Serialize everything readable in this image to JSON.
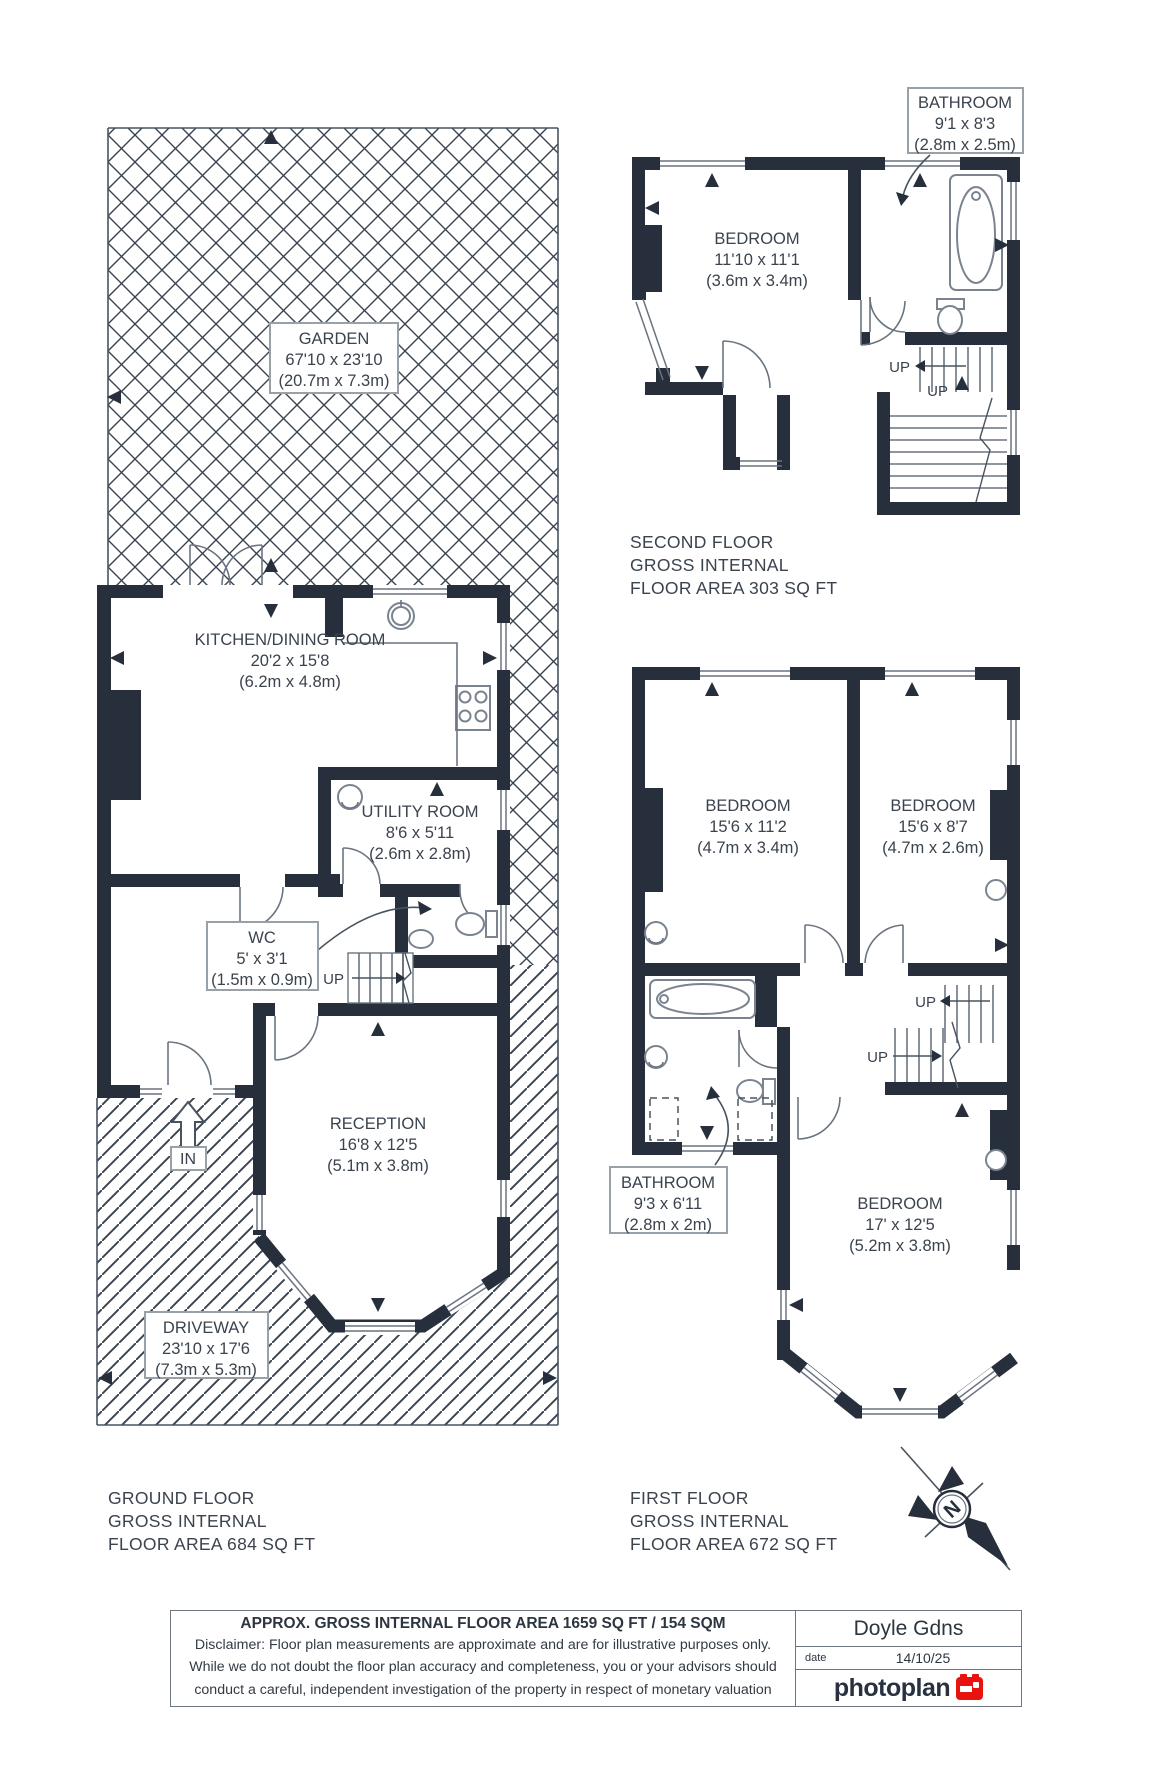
{
  "colors": {
    "wall": "#262f3b",
    "hatch": "#39434f",
    "text": "#3a434e",
    "box_border": "#98a0a8",
    "red": "#e8120e"
  },
  "labels": {
    "up": "UP",
    "in": "IN",
    "north": "N"
  },
  "rooms": {
    "garden": {
      "name": "GARDEN",
      "imperial": "67'10 x 23'10",
      "metric": "(20.7m x 7.3m)"
    },
    "kitchen": {
      "name": "KITCHEN/DINING ROOM",
      "imperial": "20'2 x 15'8",
      "metric": "(6.2m x 4.8m)"
    },
    "utility": {
      "name": "UTILITY ROOM",
      "imperial": "8'6 x 5'11",
      "metric": "(2.6m x 2.8m)"
    },
    "wc": {
      "name": "WC",
      "imperial": "5' x 3'1",
      "metric": "(1.5m x 0.9m)"
    },
    "reception": {
      "name": "RECEPTION",
      "imperial": "16'8 x 12'5",
      "metric": "(5.1m x 3.8m)"
    },
    "driveway": {
      "name": "DRIVEWAY",
      "imperial": "23'10 x 17'6",
      "metric": "(7.3m x 5.3m)"
    },
    "bedroom2f": {
      "name": "BEDROOM",
      "imperial": "11'10 x 11'1",
      "metric": "(3.6m x 3.4m)"
    },
    "bathroom2f": {
      "name": "BATHROOM",
      "imperial": "9'1 x 8'3",
      "metric": "(2.8m x 2.5m)"
    },
    "bedroom1fA": {
      "name": "BEDROOM",
      "imperial": "15'6 x 11'2",
      "metric": "(4.7m x 3.4m)"
    },
    "bedroom1fB": {
      "name": "BEDROOM",
      "imperial": "15'6 x 8'7",
      "metric": "(4.7m x 2.6m)"
    },
    "bathroom1f": {
      "name": "BATHROOM",
      "imperial": "9'3 x 6'11",
      "metric": "(2.8m x 2m)"
    },
    "bedroom1fC": {
      "name": "BEDROOM",
      "imperial": "17' x 12'5",
      "metric": "(5.2m x 3.8m)"
    }
  },
  "captions": {
    "ground": [
      "GROUND FLOOR",
      "GROSS INTERNAL",
      "FLOOR AREA 684 SQ FT"
    ],
    "first": [
      "FIRST FLOOR",
      "GROSS INTERNAL",
      "FLOOR AREA 672 SQ FT"
    ],
    "second": [
      "SECOND FLOOR",
      "GROSS INTERNAL",
      "FLOOR AREA 303 SQ FT"
    ]
  },
  "footer": {
    "title": "APPROX. GROSS INTERNAL FLOOR AREA 1659 SQ FT / 154 SQM",
    "disclaimer": [
      "Disclaimer: Floor plan measurements are approximate and are for illustrative purposes only.",
      "While we do not doubt the floor plan accuracy and completeness, you or your advisors should",
      "conduct a careful, independent investigation of the property in respect of monetary valuation"
    ],
    "property": "Doyle Gdns",
    "date_label": "date",
    "date": "14/10/25",
    "brand": "photoplan"
  }
}
